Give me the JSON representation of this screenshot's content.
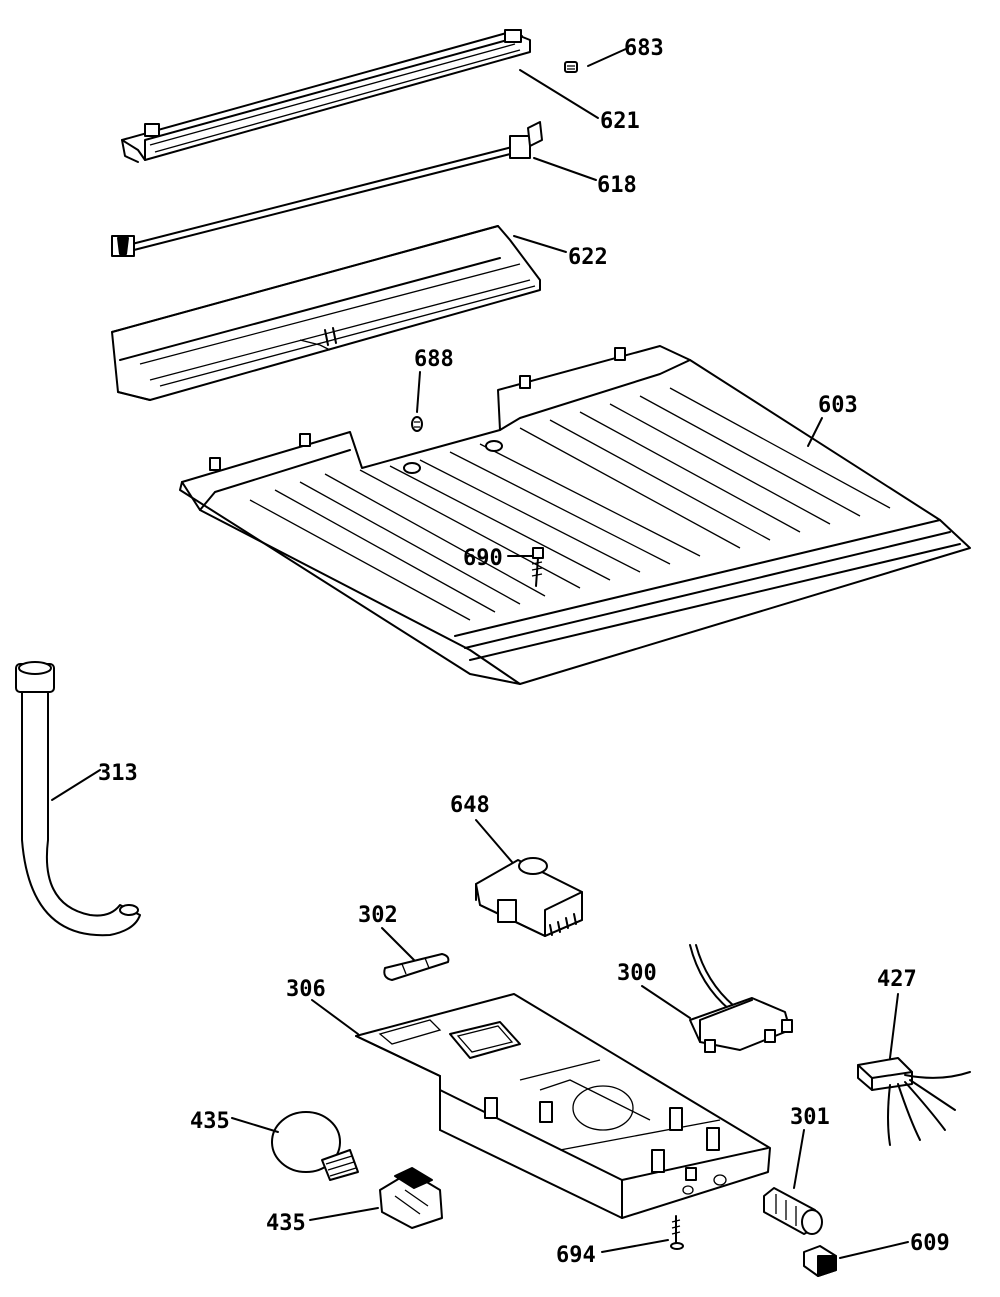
{
  "parts": [
    {
      "id": "p683",
      "label": "683"
    },
    {
      "id": "p621",
      "label": "621"
    },
    {
      "id": "p618",
      "label": "618"
    },
    {
      "id": "p622",
      "label": "622"
    },
    {
      "id": "p688",
      "label": "688"
    },
    {
      "id": "p603",
      "label": "603"
    },
    {
      "id": "p690",
      "label": "690"
    },
    {
      "id": "p313",
      "label": "313"
    },
    {
      "id": "p648",
      "label": "648"
    },
    {
      "id": "p302",
      "label": "302"
    },
    {
      "id": "p300",
      "label": "300"
    },
    {
      "id": "p427",
      "label": "427"
    },
    {
      "id": "p306",
      "label": "306"
    },
    {
      "id": "p435a",
      "label": "435"
    },
    {
      "id": "p301",
      "label": "301"
    },
    {
      "id": "p435b",
      "label": "435"
    },
    {
      "id": "p694",
      "label": "694"
    },
    {
      "id": "p609",
      "label": "609"
    }
  ]
}
